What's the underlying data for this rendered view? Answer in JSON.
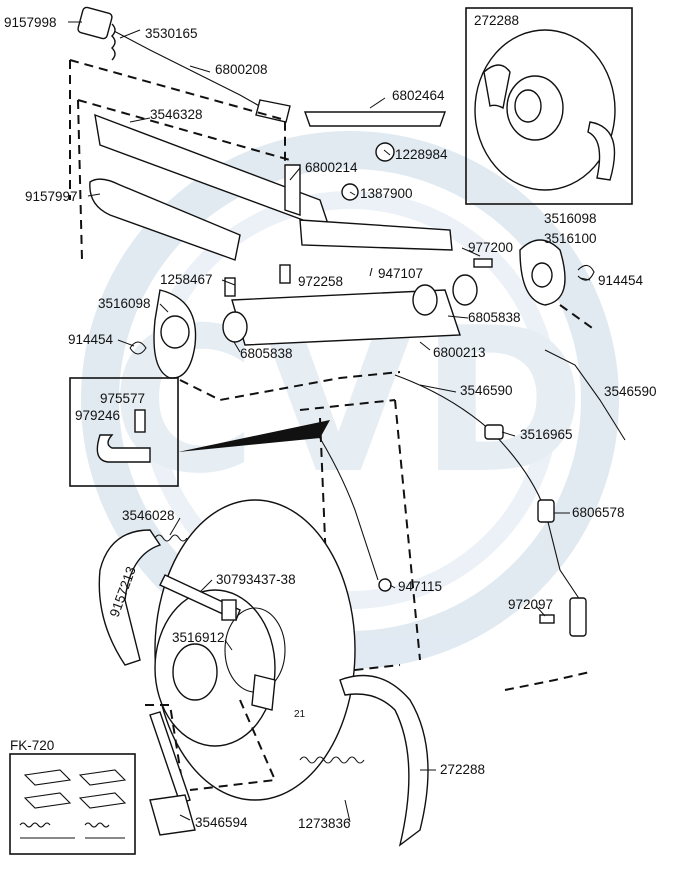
{
  "watermark": {
    "text": "CVD",
    "color": "#dbe6ef"
  },
  "part_numbers": {
    "p9157998": "9157998",
    "p3530165": "3530165",
    "p6800208": "6800208",
    "p3546328": "3546328",
    "p9157997": "9157997",
    "p6802464": "6802464",
    "p1228984": "1228984",
    "p6800214": "6800214",
    "p1387900": "1387900",
    "p3516098a": "3516098",
    "p3516100": "3516100",
    "p977200": "977200",
    "p1258467": "1258467",
    "p972258": "972258",
    "p947107": "947107",
    "p914454a": "914454",
    "p3516098b": "3516098",
    "p6805838a": "6805838",
    "p914454b": "914454",
    "p6805838b": "6805838",
    "p6800213": "6800213",
    "p975577": "975577",
    "p979246": "979246",
    "p3546590a": "3546590",
    "p3546590b": "3546590",
    "p3516965": "3516965",
    "p6806578": "6806578",
    "p3546028": "3546028",
    "p30793437": "30793437-38",
    "p9157213": "9157213",
    "p947115": "947115",
    "p972097": "972097",
    "p3516912": "3516912",
    "p21": "21",
    "p272288a": "272288",
    "p272288b": "272288",
    "p3546594": "3546594",
    "p1273836": "1273836",
    "pFK720": "FK-720"
  }
}
